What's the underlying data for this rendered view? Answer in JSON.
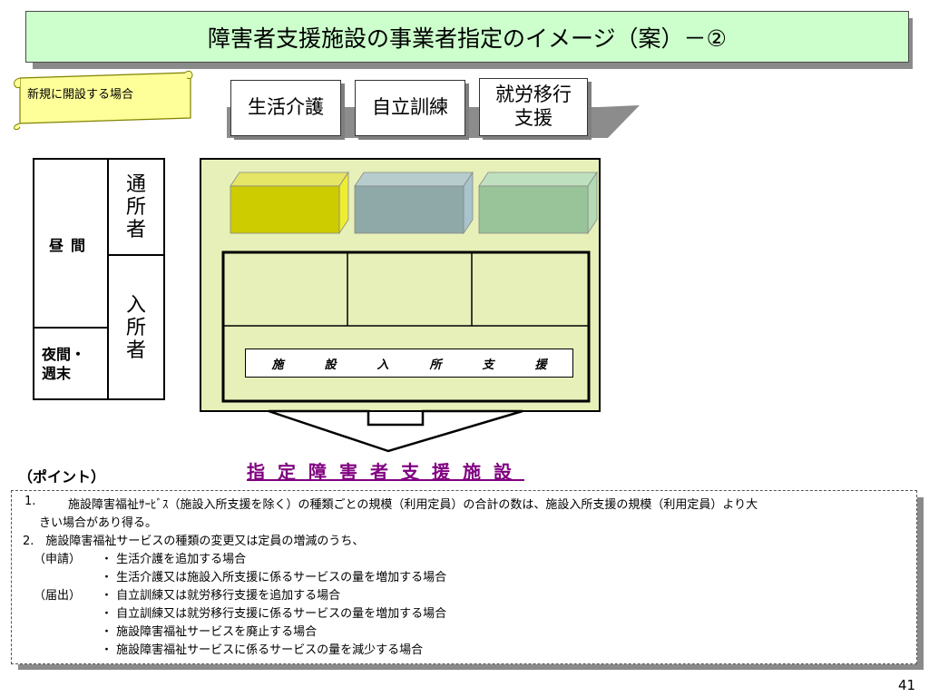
{
  "title": "障害者支援施設の事業者指定のイメージ（案）－②",
  "scroll_note": "新規に開設する場合",
  "services": [
    {
      "label": "生活介護",
      "color": "#cccc00"
    },
    {
      "label": "自立訓練",
      "color": "#8fa8a8"
    },
    {
      "label": "就労移行支援",
      "color": "#99c499"
    }
  ],
  "time_table": {
    "daytime": "昼間",
    "night": "夜間・週末",
    "commuter": "通所者",
    "resident": "入所者"
  },
  "facility_support": [
    "施",
    "設",
    "入",
    "所",
    "支",
    "援"
  ],
  "designated_facility": "指定障害者支援施設",
  "points_heading": "（ポイント）",
  "notes": {
    "n1_num": "1.",
    "n1_a": "施設障害福祉ｻｰﾋﾞｽ（施設入所支援を除く）の種類ごとの規模（利用定員）の合計の数は、施設入所支援の規模（利用定員）より大",
    "n1_b": "きい場合があり得る。",
    "n2": "2.　施設障害福祉サービスの種類の変更又は定員の増減のうち、",
    "application_label": "（申請）",
    "application_items": [
      "・ 生活介護を追加する場合",
      "・ 生活介護又は施設入所支援に係るサービスの量を増加する場合"
    ],
    "notification_label": "（届出）",
    "notification_items": [
      "・ 自立訓練又は就労移行支援を追加する場合",
      "・ 自立訓練又は就労移行支援に係るサービスの量を増加する場合",
      "・ 施設障害福祉サービスを廃止する場合",
      "・ 施設障害福祉サービスに係るサービスの量を減少する場合"
    ]
  },
  "page_number": "41",
  "colors": {
    "title_bg": "#ccffcc",
    "panel_bg": "#e6f0b8",
    "scroll_bg": "#ffff99",
    "accent": "#800080"
  }
}
